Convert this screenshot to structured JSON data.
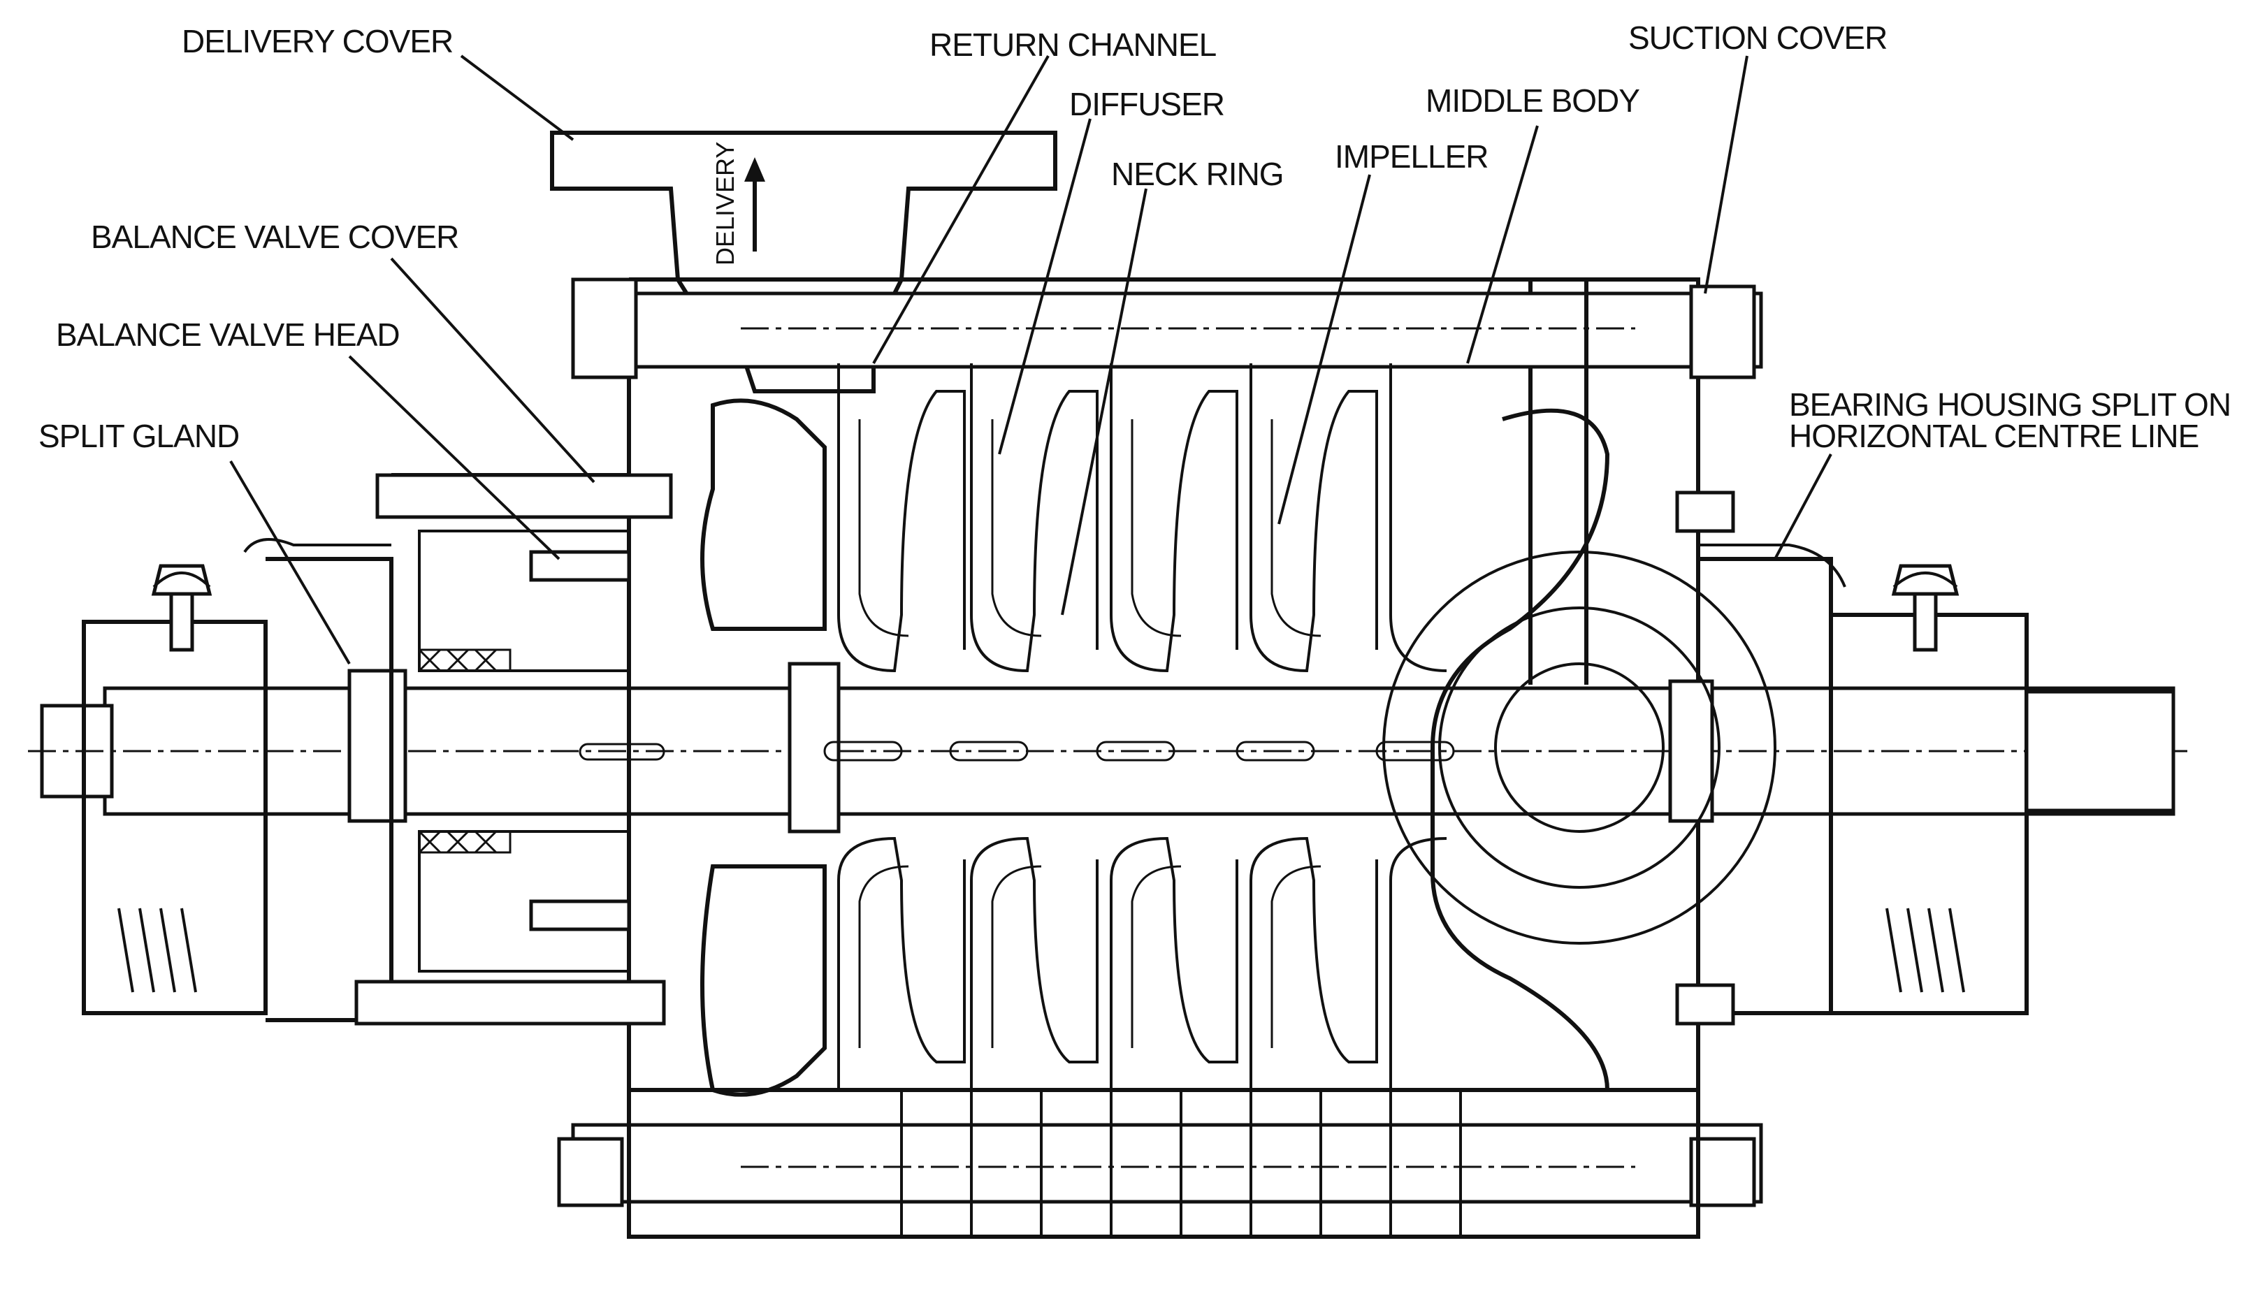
{
  "labels": {
    "delivery_cover": "DELIVERY COVER",
    "return_channel": "RETURN CHANNEL",
    "suction_cover": "SUCTION COVER",
    "diffuser": "DIFFUSER",
    "middle_body": "MIDDLE BODY",
    "neck_ring": "NECK RING",
    "impeller": "IMPELLER",
    "balance_valve_cover": "BALANCE VALVE COVER",
    "balance_valve_head": "BALANCE VALVE HEAD",
    "split_gland": "SPLIT GLAND",
    "bearing_housing_line1": "BEARING HOUSING SPLIT ON",
    "bearing_housing_line2": "HORIZONTAL CENTRE LINE",
    "delivery_arrow": "DELIVERY"
  }
}
